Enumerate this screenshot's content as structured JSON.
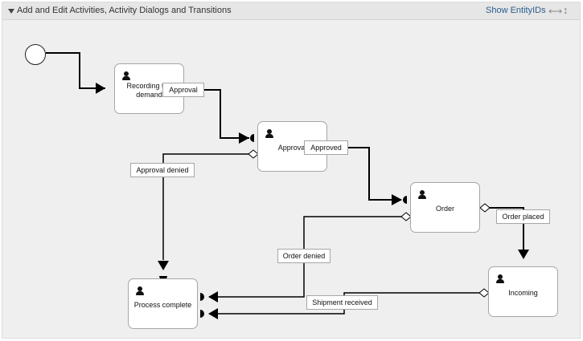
{
  "panel": {
    "title": "Add and Edit Activities, Activity Dialogs and Transitions",
    "show_entity_ids": "Show EntityIDs",
    "toggle_icon": "triangle-down-icon",
    "hresize_icon": "horizontal-resize-icon",
    "vresize_icon": "vertical-resize-icon"
  },
  "activities": {
    "recording": "Recording the demand",
    "approval": "Approval",
    "order": "Order",
    "incoming": "Incoming",
    "process_complete": "Process complete"
  },
  "transitions": {
    "approval": "Approval",
    "approved": "Approved",
    "approval_denied": "Approval denied",
    "order_placed": "Order placed",
    "order_denied": "Order denied",
    "shipment_received": "Shipment received"
  },
  "node_icon": "user-icon"
}
